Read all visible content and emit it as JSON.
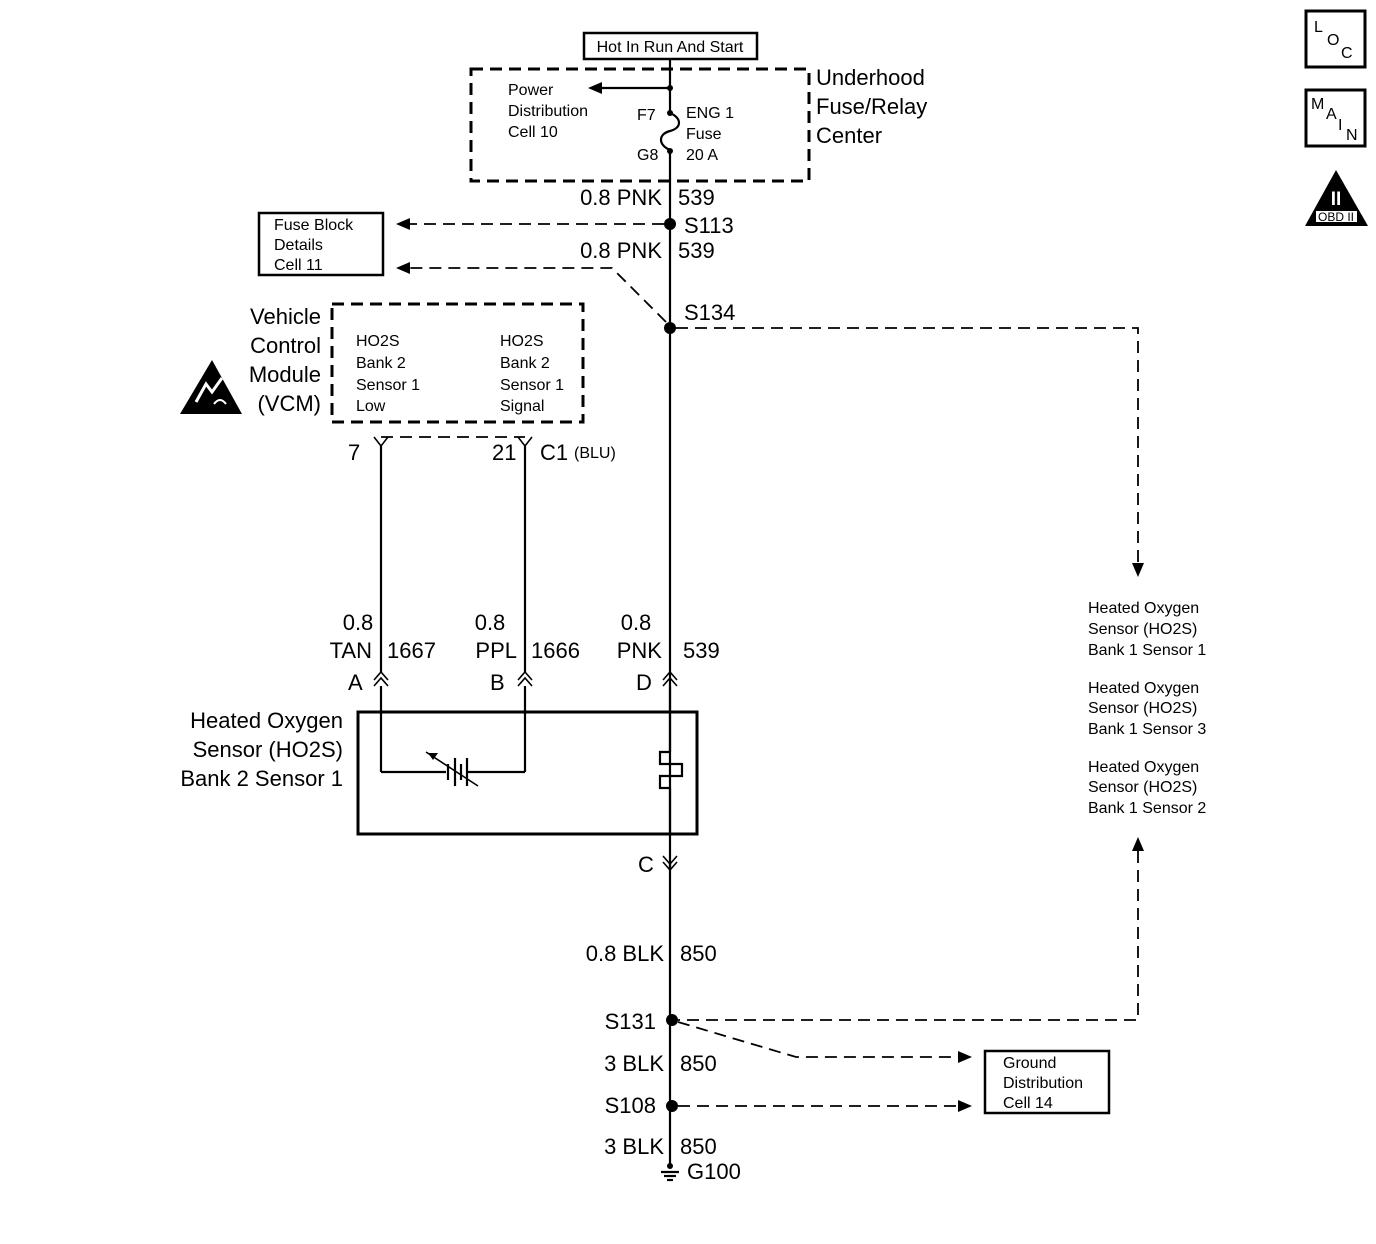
{
  "header": {
    "power_label": "Hot In Run And Start"
  },
  "fuse_center": {
    "title_lines": [
      "Underhood",
      "Fuse/Relay",
      "Center"
    ],
    "power_dist_lines": [
      "Power",
      "Distribution",
      "Cell 10"
    ],
    "fuse_in": "F7",
    "fuse_out": "G8",
    "fuse_lines": [
      "ENG 1",
      "Fuse",
      "20 A"
    ]
  },
  "wires": {
    "w1": {
      "gauge_color": "0.8 PNK",
      "circuit": "539"
    },
    "w2": {
      "gauge_color": "0.8 PNK",
      "circuit": "539"
    },
    "tan": {
      "gauge": "0.8",
      "color": "TAN",
      "circuit": "1667"
    },
    "ppl": {
      "gauge": "0.8",
      "color": "PPL",
      "circuit": "1666"
    },
    "pnk": {
      "gauge": "0.8",
      "color": "PNK",
      "circuit": "539"
    },
    "blk1": {
      "gauge_color": "0.8 BLK",
      "circuit": "850"
    },
    "blk2": {
      "gauge_color": "3 BLK",
      "circuit": "850"
    },
    "blk3": {
      "gauge_color": "3 BLK",
      "circuit": "850"
    }
  },
  "splices": {
    "s113": "S113",
    "s134": "S134",
    "s131": "S131",
    "s108": "S108"
  },
  "ground": "G100",
  "fuse_block_ref": [
    "Fuse Block",
    "Details",
    "Cell 11"
  ],
  "ground_dist_ref": [
    "Ground",
    "Distribution",
    "Cell 14"
  ],
  "vcm": {
    "title_lines": [
      "Vehicle",
      "Control",
      "Module",
      "(VCM)"
    ],
    "pin_low_lines": [
      "HO2S",
      "Bank 2",
      "Sensor 1",
      "Low"
    ],
    "pin_signal_lines": [
      "HO2S",
      "Bank 2",
      "Sensor 1",
      "Signal"
    ],
    "pin_7": "7",
    "pin_21": "21",
    "connector": "C1",
    "connector_color": "(BLU)"
  },
  "sensor": {
    "title_lines": [
      "Heated Oxygen",
      "Sensor (HO2S)",
      "Bank 2 Sensor 1"
    ],
    "term_a": "A",
    "term_b": "B",
    "term_c": "C",
    "term_d": "D"
  },
  "other_sensors": [
    [
      "Heated Oxygen",
      "Sensor (HO2S)",
      "Bank 1 Sensor 1"
    ],
    [
      "Heated Oxygen",
      "Sensor (HO2S)",
      "Bank 1 Sensor 3"
    ],
    [
      "Heated Oxygen",
      "Sensor (HO2S)",
      "Bank 1 Sensor 2"
    ]
  ],
  "icons": {
    "loc": [
      "L",
      "O",
      "C"
    ],
    "main": [
      "M",
      "A",
      "I",
      "N"
    ],
    "obd": {
      "numeral": "II",
      "label": "OBD II"
    }
  }
}
